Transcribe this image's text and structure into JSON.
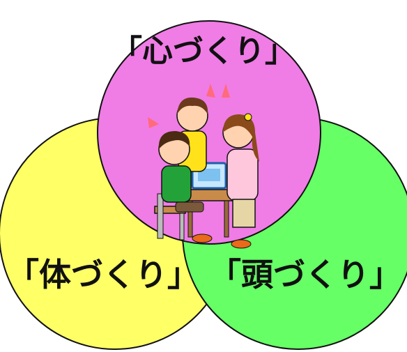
{
  "diagram": {
    "circles": [
      {
        "id": "mind",
        "label": "「心づくり」",
        "color": "#f07ce6"
      },
      {
        "id": "body",
        "label": "「体づくり」",
        "color": "#ffff66"
      },
      {
        "id": "head",
        "label": "「頭づくり」",
        "color": "#66ff66"
      }
    ],
    "outline_color": "#111111"
  }
}
